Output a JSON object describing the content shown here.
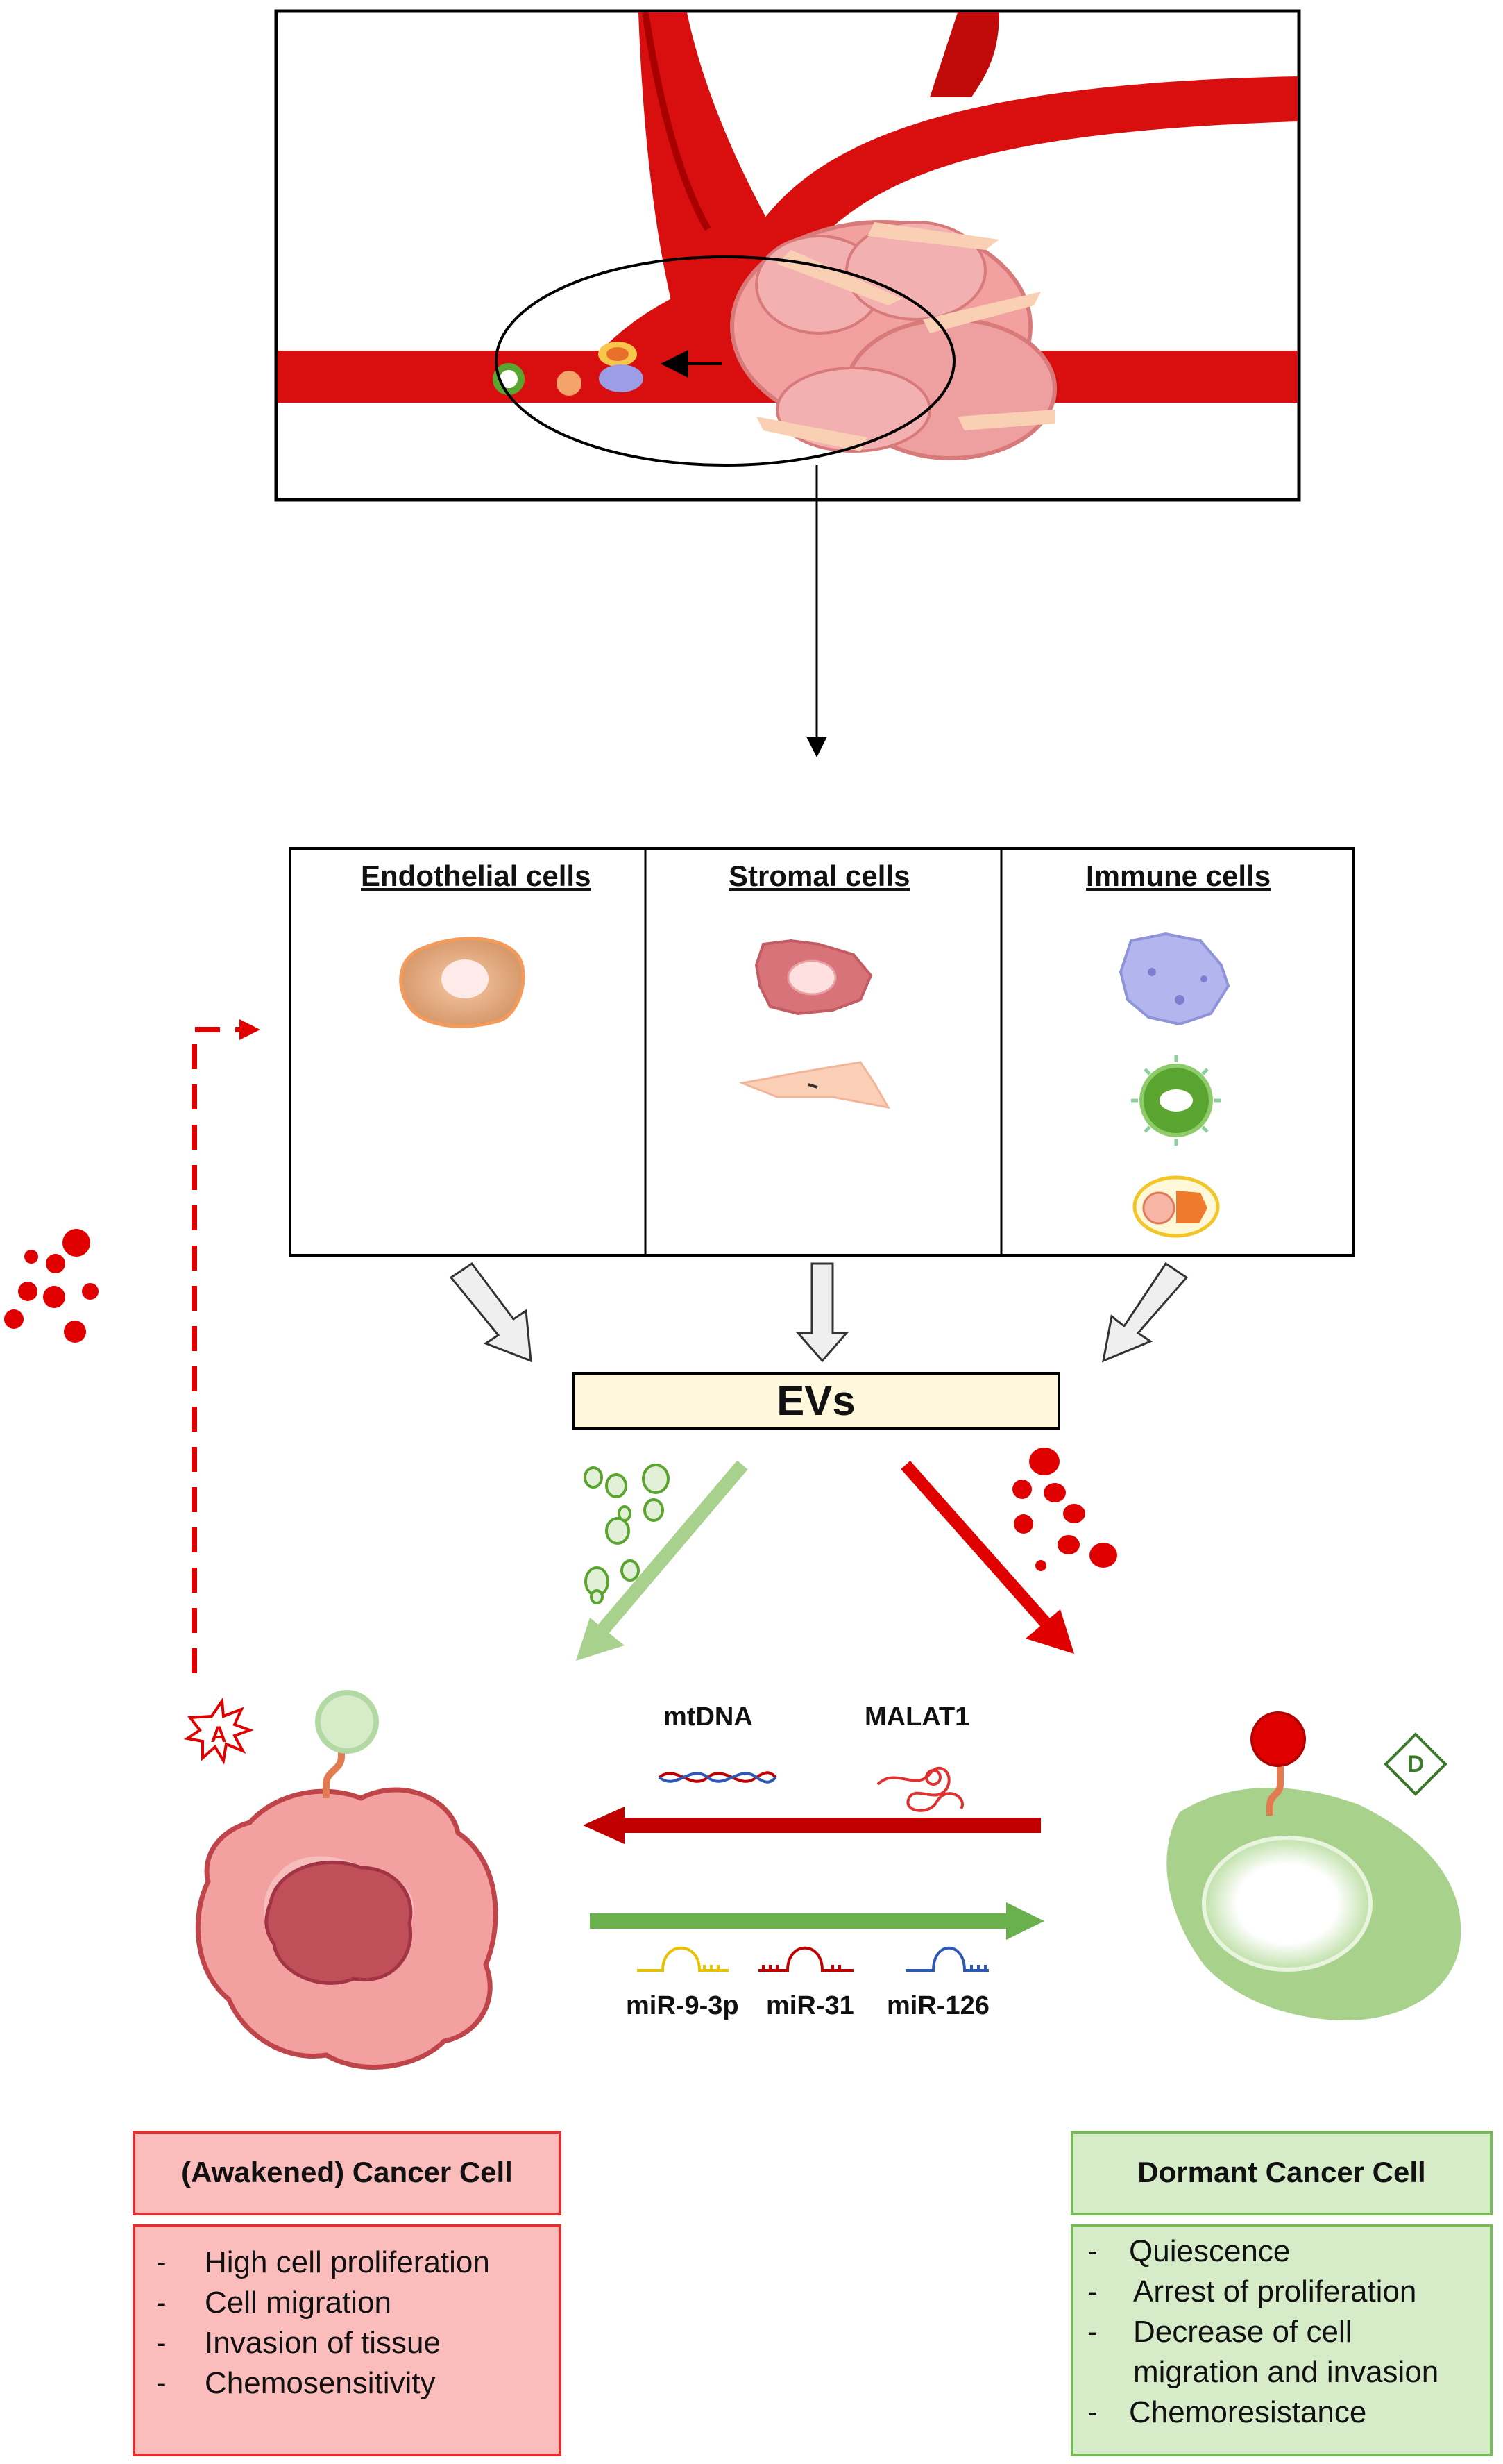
{
  "columns": {
    "endothelial": "Endothelial cells",
    "stromal": "Stromal cells",
    "immune": "Immune cells"
  },
  "evs_label": "EVs",
  "markers": {
    "awakened": "A",
    "dormant": "D"
  },
  "cargo_to_awakened": [
    "mtDNA",
    "MALAT1"
  ],
  "cargo_to_dormant": [
    "miR-9-3p",
    "miR-31",
    "miR-126"
  ],
  "awakened_box": {
    "title": "(Awakened) Cancer Cell",
    "items": [
      "High cell proliferation",
      "Cell migration",
      "Invasion of tissue",
      "Chemosensitivity"
    ]
  },
  "dormant_box": {
    "title": "Dormant Cancer Cell",
    "items": [
      "Quiescence",
      "Arrest of proliferation",
      "Decrease of cell",
      "migration and invasion",
      "Chemoresistance"
    ]
  },
  "colors": {
    "vessel": "#d90f0f",
    "vessel_dark": "#b00000",
    "tumor": "#f2a0a0",
    "green_arrow": "#6ab04c",
    "light_green_arrow": "#a9d18e",
    "red_ev": "#e00000",
    "awakened_fill": "#fbbcbc",
    "awakened_border": "#e03030",
    "dormant_fill": "#d6ecc9",
    "dormant_border": "#78b957",
    "evs_fill": "#fff8dc"
  }
}
